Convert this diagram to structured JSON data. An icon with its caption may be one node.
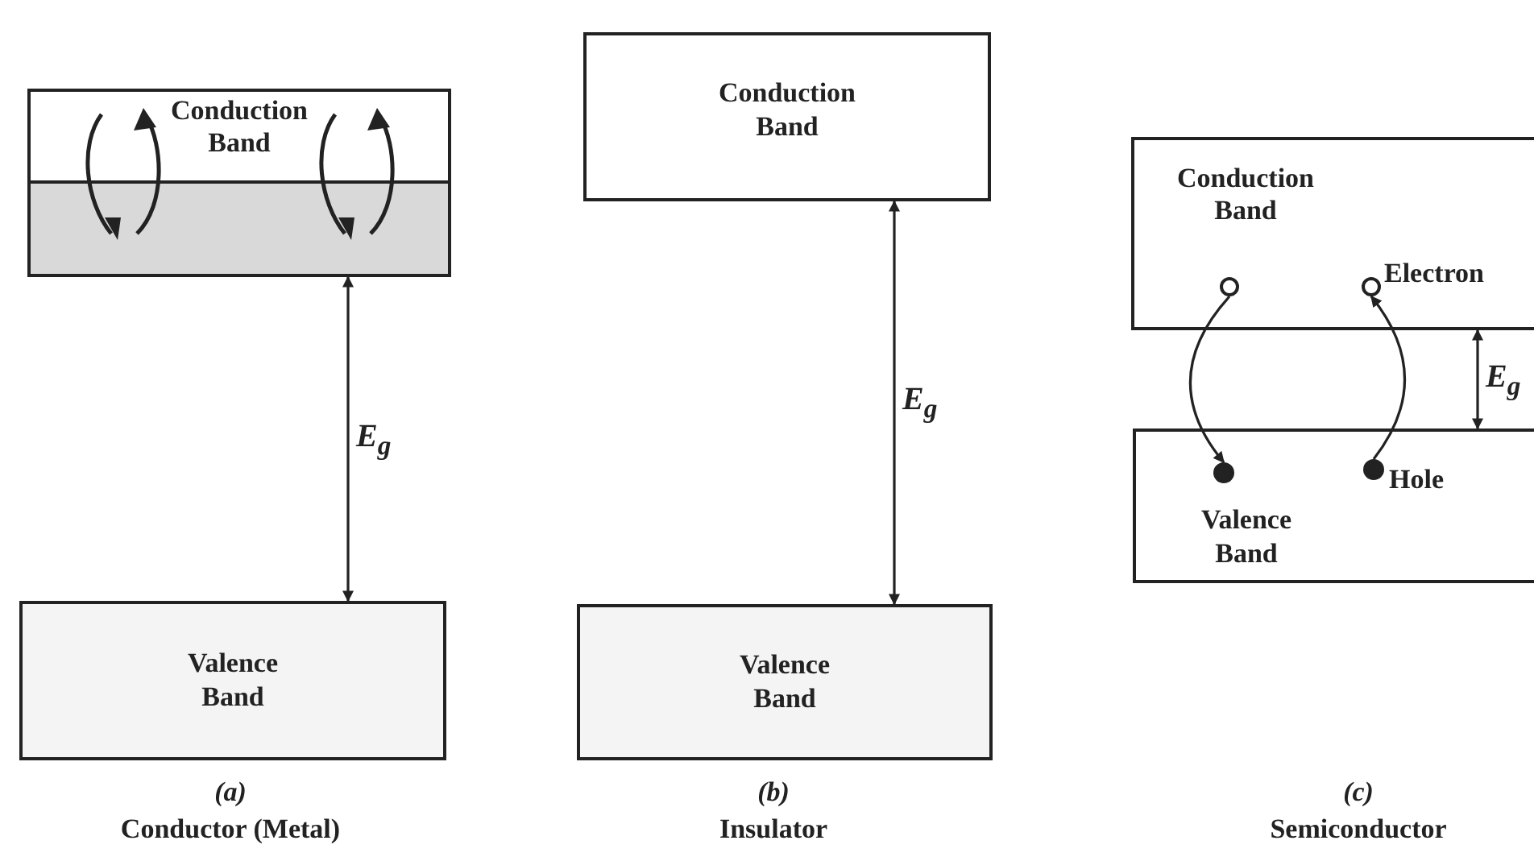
{
  "diagram": {
    "nodes": [
      {
        "text": [
          "Conduction Band"
        ]
      },
      {
        "text": [],
        "shape": "bar",
        "in": 0
      },
      {
        "text": [
          "Valence Band"
        ]
      },
      {
        "text": [
          "Conduction Band"
        ]
      },
      {
        "text": [
          "Valence Band"
        ]
      },
      {
        "text": [
          "Conduction Band"
        ]
      },
      {
        "text": [],
        "shape": "circle",
        "in": 5
      },
      {
        "text": [],
        "shape": "circle",
        "in": 5,
        "beside": [
          "Electron"
        ]
      },
      {
        "text": [
          "Valence Band"
        ]
      },
      {
        "text": [],
        "shape": "circle",
        "in": 8
      },
      {
        "text": [],
        "shape": "circle",
        "in": 8,
        "beside": [
          "Hole"
        ]
      }
    ],
    "edges": [
      {
        "from": 0,
        "to": 2,
        "arrow": "both",
        "label": "E$_{g}$"
      },
      {
        "from": 3,
        "to": 4,
        "arrow": "both",
        "label": "E$_{g}$"
      },
      {
        "from": 5,
        "to": 8,
        "arrow": "both",
        "label": "E$_{g}$"
      },
      {
        "from": 6,
        "to": 9,
        "arrow": "to"
      },
      {
        "from": 10,
        "to": 7,
        "arrow": "to"
      }
    ],
    "labels": [
      "(a)",
      "Conductor (Metal)",
      "(b)",
      "Insulator",
      "(c)",
      "Semiconductor"
    ]
  }
}
